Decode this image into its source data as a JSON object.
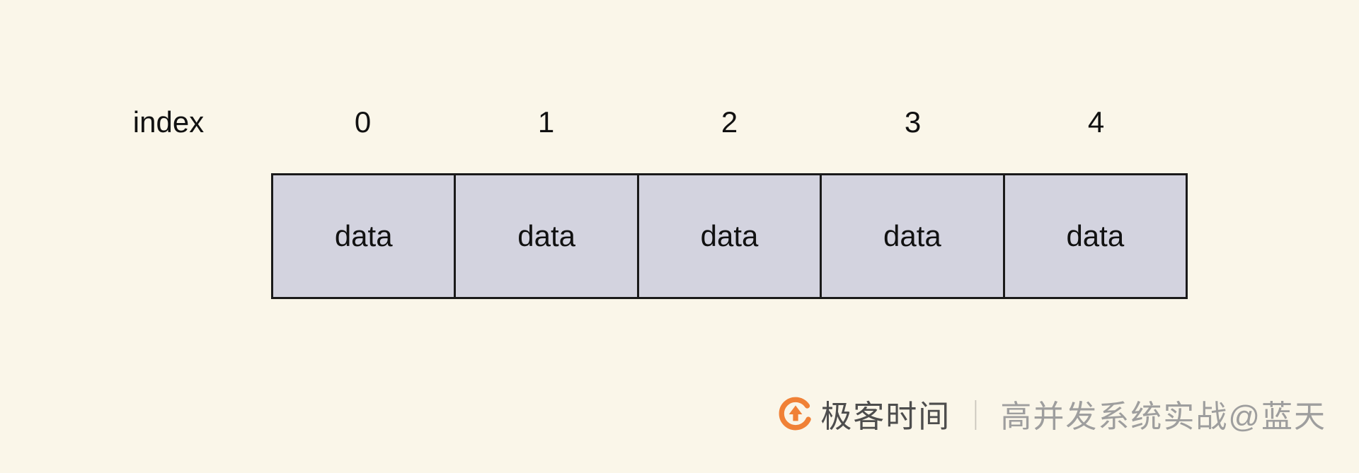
{
  "diagram": {
    "index_label": "index",
    "indices": [
      "0",
      "1",
      "2",
      "3",
      "4"
    ],
    "cells": [
      "data",
      "data",
      "data",
      "data",
      "data"
    ]
  },
  "watermark": {
    "brand": "极客时间",
    "separator": "｜",
    "caption": "高并发系统实战@蓝天"
  },
  "colors": {
    "background": "#FAF6E9",
    "cell_fill": "#D3D3DF",
    "cell_border": "#1A1A1A",
    "brand_orange": "#F08136",
    "caption_gray": "#9E9E9E"
  }
}
